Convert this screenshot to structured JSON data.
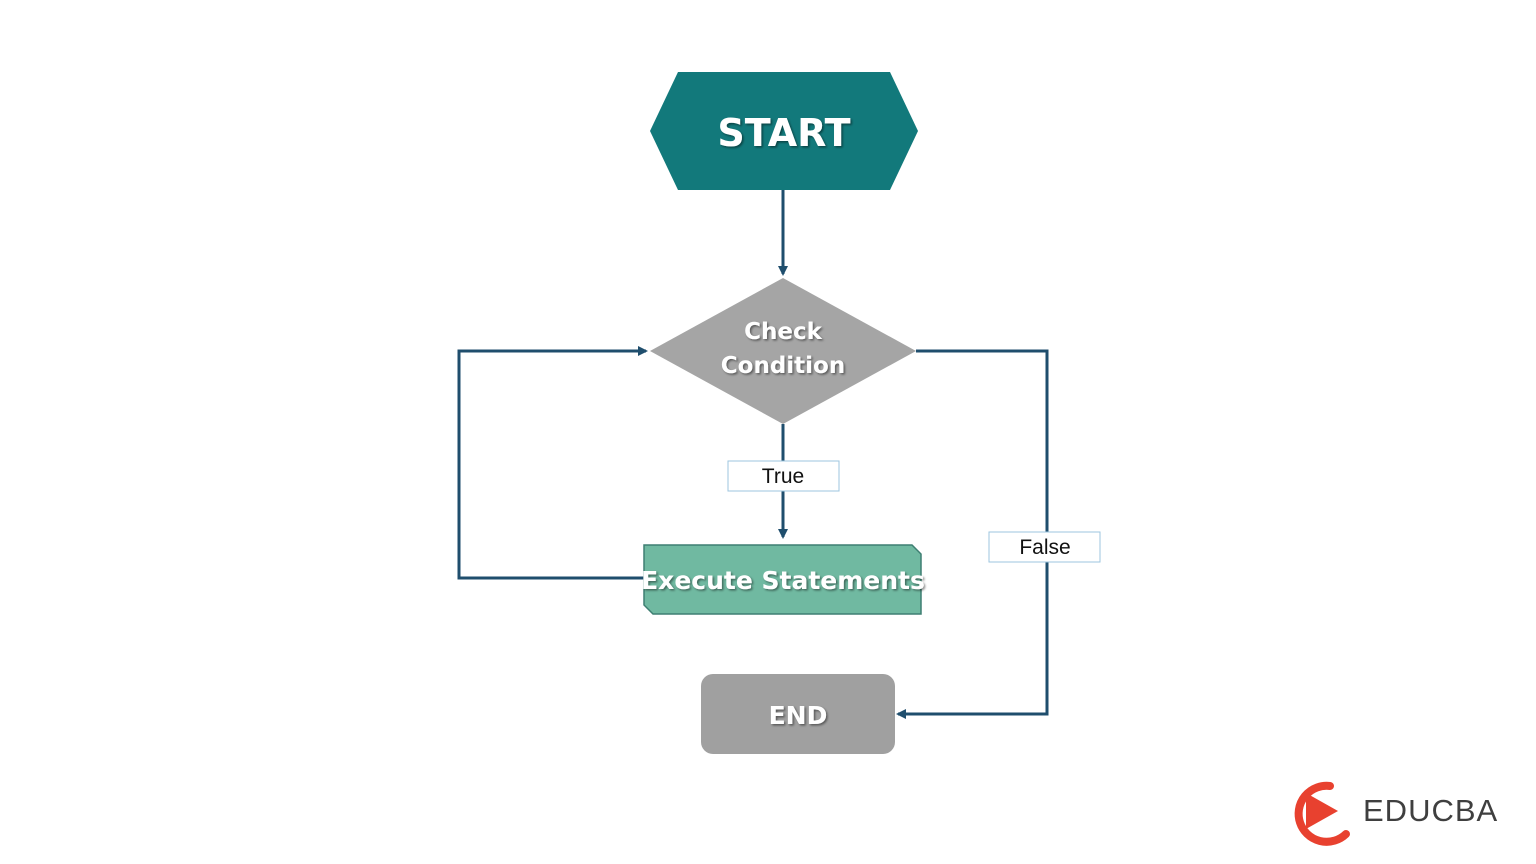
{
  "colors": {
    "start_fill": "#12797b",
    "decision_fill": "#a5a5a5",
    "process_fill": "#70b9a1",
    "process_border": "#3e7f72",
    "end_fill": "#a0a0a0",
    "connector": "#1f4e6d",
    "label_border": "#9dc6df",
    "logo_red": "#e8412f",
    "logo_text": "#3f3f3f"
  },
  "nodes": {
    "start": "START",
    "check_line1": "Check",
    "check_line2": "Condition",
    "execute": "Execute Statements",
    "end": "END"
  },
  "edges": {
    "true_label": "True",
    "false_label": "False"
  },
  "logo": {
    "text": "EDUCBA",
    "icon": "play-icon"
  }
}
